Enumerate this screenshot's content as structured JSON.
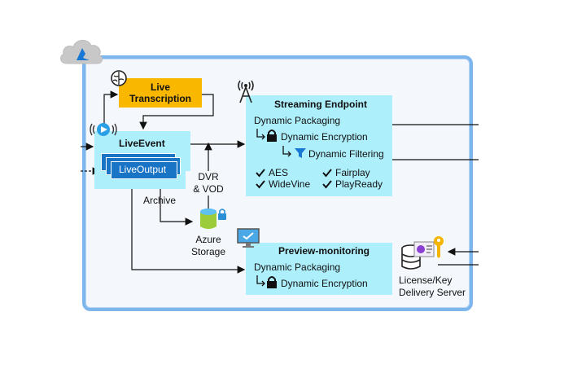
{
  "live_transcription": {
    "label": "Live\nTranscription"
  },
  "live_event": {
    "title": "LiveEvent",
    "output": "LiveOutput"
  },
  "archive_label": "Archive",
  "dvr_label": "DVR\n& VOD",
  "storage_label": "Azure\nStorage",
  "streaming_endpoint": {
    "title": "Streaming Endpoint",
    "packaging": "Dynamic Packaging",
    "encryption": "Dynamic Encryption",
    "filtering": "Dynamic Filtering",
    "drm": [
      "AES",
      "Fairplay",
      "WideVine",
      "PlayReady"
    ]
  },
  "preview_monitoring": {
    "title": "Preview-monitoring",
    "packaging": "Dynamic Packaging",
    "encryption": "Dynamic Encryption"
  },
  "license_server": {
    "label": "License/Key\nDelivery Server"
  },
  "colors": {
    "box_fill": "#aeeffc",
    "transcription_fill": "#f9b700",
    "frame_border": "#7cb6ec",
    "accent_blue": "#1978d4"
  }
}
